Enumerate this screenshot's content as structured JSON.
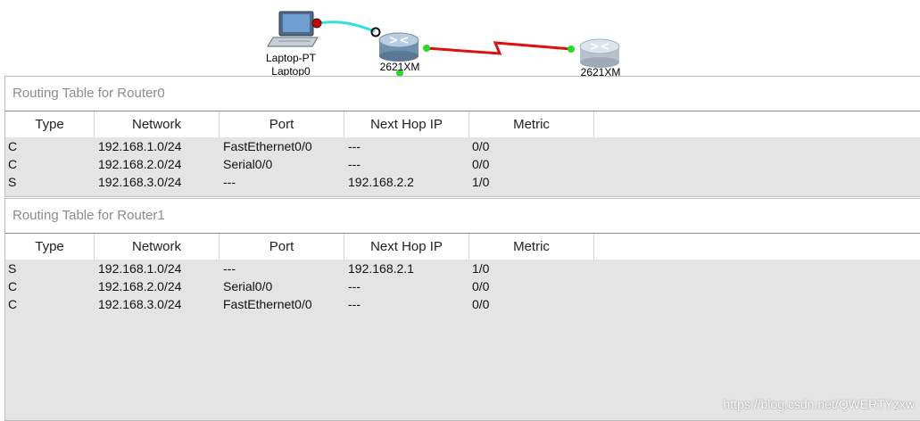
{
  "topology": {
    "laptop": {
      "name": "Laptop-PT",
      "id": "Laptop0"
    },
    "router0": {
      "label": "2621XM"
    },
    "router1": {
      "label": "2621XM"
    },
    "colors": {
      "ethernet_link": "#33dde8",
      "serial_link": "#e01010",
      "link_up_dot": "#22dd22",
      "link_down_dot": "#cc0000"
    }
  },
  "routing_tables": {
    "router0": {
      "title": "Routing Table for Router0",
      "columns": [
        "Type",
        "Network",
        "Port",
        "Next Hop IP",
        "Metric"
      ],
      "rows": [
        [
          "C",
          "192.168.1.0/24",
          "FastEthernet0/0",
          "---",
          "0/0"
        ],
        [
          "C",
          "192.168.2.0/24",
          "Serial0/0",
          "---",
          "0/0"
        ],
        [
          "S",
          "192.168.3.0/24",
          "---",
          "192.168.2.2",
          "1/0"
        ]
      ]
    },
    "router1": {
      "title": "Routing Table for Router1",
      "columns": [
        "Type",
        "Network",
        "Port",
        "Next Hop IP",
        "Metric"
      ],
      "rows": [
        [
          "S",
          "192.168.1.0/24",
          "---",
          "192.168.2.1",
          "1/0"
        ],
        [
          "C",
          "192.168.2.0/24",
          "Serial0/0",
          "---",
          "0/0"
        ],
        [
          "C",
          "192.168.3.0/24",
          "FastEthernet0/0",
          "---",
          "0/0"
        ]
      ]
    }
  },
  "watermark": "https://blog.csdn.net/QWERTYzxw"
}
